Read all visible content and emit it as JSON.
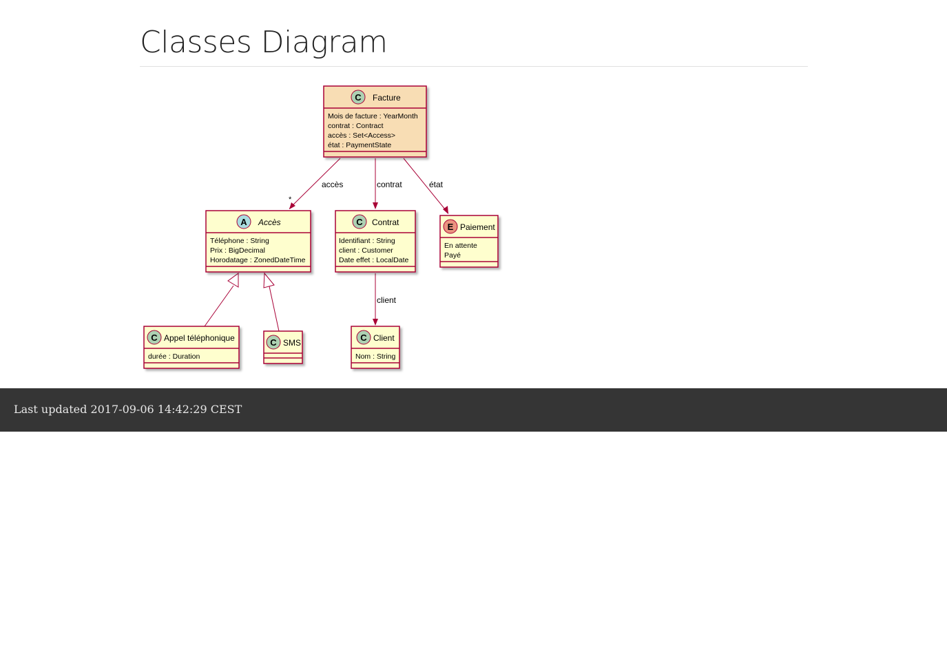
{
  "page": {
    "title": "Classes Diagram",
    "footer_text": "Last updated 2017-09-06 14:42:29 CEST"
  },
  "diagram": {
    "classes": {
      "facture": {
        "stereotype": "C",
        "name": "Facture",
        "attributes": [
          "Mois de facture : YearMonth",
          "contrat : Contract",
          "accès : Set<Access>",
          "état : PaymentState"
        ]
      },
      "acces": {
        "stereotype": "A",
        "name": "Accès",
        "attributes": [
          "Téléphone : String",
          "Prix : BigDecimal",
          "Horodatage : ZonedDateTime"
        ]
      },
      "contrat": {
        "stereotype": "C",
        "name": "Contrat",
        "attributes": [
          "Identifiant : String",
          "client : Customer",
          "Date effet : LocalDate"
        ]
      },
      "paiement": {
        "stereotype": "E",
        "name": "Paiement",
        "attributes": [
          "En attente",
          "Payé"
        ]
      },
      "appel": {
        "stereotype": "C",
        "name": "Appel téléphonique",
        "attributes": [
          "durée : Duration"
        ]
      },
      "sms": {
        "stereotype": "C",
        "name": "SMS",
        "attributes": []
      },
      "client": {
        "stereotype": "C",
        "name": "Client",
        "attributes": [
          "Nom : String"
        ]
      }
    },
    "relations": {
      "facture_acces": {
        "label": "accès",
        "multiplicity": "*"
      },
      "facture_contrat": {
        "label": "contrat"
      },
      "facture_paiement": {
        "label": "état"
      },
      "contrat_client": {
        "label": "client"
      }
    },
    "colors": {
      "border": "#a80036",
      "box_fill": "#fefece",
      "facture_fill": "#f8ddb4",
      "class_circle": "#add1b2",
      "abstract_circle": "#a9dcdf",
      "enum_circle": "#eb937f"
    }
  }
}
